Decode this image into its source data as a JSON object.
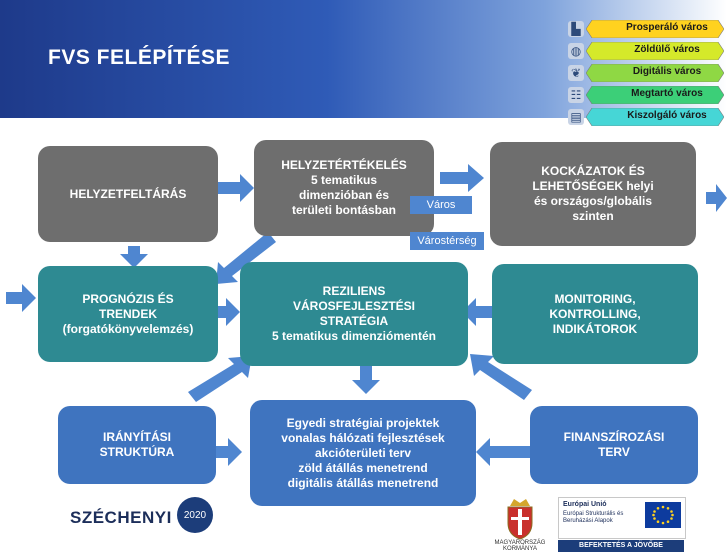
{
  "header": {
    "title": "FVS FELÉPÍTÉSE"
  },
  "legend": [
    {
      "label": "Prosperáló város",
      "color": "#ffd21f",
      "icon": "factory-icon"
    },
    {
      "label": "Zöldülő város",
      "color": "#d5e92a",
      "icon": "globe-icon"
    },
    {
      "label": "Digitális város",
      "color": "#8fd844",
      "icon": "leaf-icon"
    },
    {
      "label": "Megtartó város",
      "color": "#3ccf78",
      "icon": "people-icon"
    },
    {
      "label": "Kiszolgáló város",
      "color": "#46d6d6",
      "icon": "document-icon"
    }
  ],
  "boxes": {
    "helyzetfeltaras": "HELYZETFELTÁRÁS",
    "helyzetertekeles": [
      "HELYZETÉRTÉKELÉS",
      "5 tematikus",
      "dimenzióban és",
      "területi bontásban"
    ],
    "kockazatok": [
      "KOCKÁZATOK ÉS",
      "LEHETŐSÉGEK helyi",
      "és országos/globális",
      "szinten"
    ],
    "prognozis": [
      "PROGNÓZIS ÉS",
      "TRENDEK",
      "(forgatókönyvelemzés)"
    ],
    "reziliens": [
      "REZILIENS",
      "VÁROSFEJLESZTÉSI",
      "STRATÉGIA",
      "5 tematikus dimenziómentén"
    ],
    "monitoring": [
      "MONITORING,",
      "KONTROLLING,",
      "INDIKÁTOROK"
    ],
    "iranyitasi": [
      "IRÁNYÍTÁSI",
      "STRUKTÚRA"
    ],
    "egyedi": [
      "Egyedi stratégiai projektek",
      "vonalas hálózati fejlesztések",
      "akcióterületi terv",
      "zöld átállás menetrend",
      "digitális átállás menetrend"
    ],
    "finanszirozasi": [
      "FINANSZÍROZÁSI",
      "TERV"
    ]
  },
  "sub_labels": {
    "varos": "Város",
    "varostersek": "Várostérség"
  },
  "logos": {
    "szechenyi": "SZÉCHENYI",
    "szechenyi_year": "2020",
    "eu_title": "Európai Unió",
    "eu_sub": "Európai Strukturális és Beruházási Alapok",
    "eu_banner": "BEFEKTETÉS A JÖVŐBE",
    "hu_gov": "MAGYARORSZÁG KORMÁNYA"
  },
  "colors": {
    "gray_box": "#6e6e6e",
    "teal_box": "#2e8a92",
    "blue_box": "#3f74bf",
    "arrow": "#4f86d0"
  }
}
